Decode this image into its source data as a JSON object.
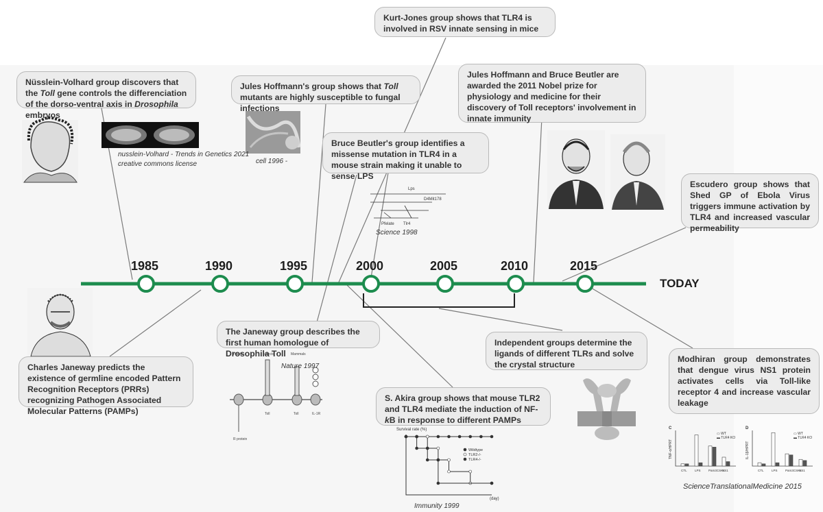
{
  "timeline": {
    "years": [
      "1985",
      "1990",
      "1995",
      "2000",
      "2005",
      "2010",
      "2015"
    ],
    "end_label": "TODAY",
    "colors": {
      "line": "#1d8c4e",
      "node_fill": "#ffffff",
      "connector": "#777777",
      "box_bg": "#ececec"
    }
  },
  "events": {
    "nusslein": {
      "pre": "Nüsslein-Volhard group discovers that the ",
      "em": "Toll",
      "post": " gene controls the differenciation of the dorso-ventral axis in ",
      "em2": "Drosophila",
      "post2": " embryos"
    },
    "hoffmann": {
      "pre": "Jules Hoffmann's group shows that ",
      "em": "Toll",
      "post": " mutants are highly susceptible to fungal infections"
    },
    "kurt_jones": {
      "text": "Kurt-Jones group shows that TLR4 is involved in RSV innate sensing in mice"
    },
    "nobel": {
      "text": "Jules Hoffmann and Bruce Beutler are awarded the 2011 Nobel prize for physiology and medicine for their discovery of Toll receptors' involvement in innate immunity"
    },
    "beutler": {
      "text": "Bruce Beutler's group identifies a missense mutation in TLR4 in a mouse strain making it unable to sense LPS"
    },
    "escudero": {
      "text": "Escudero group shows that Shed GP of Ebola Virus triggers immune activation by TLR4 and increased vascular permeability"
    },
    "janeway_predict": {
      "text": "Charles Janeway predicts the existence of germline encoded Pattern Recognition Receptors (PRRs) recognizing Pathogen Associated Molecular Patterns (PAMPs)"
    },
    "janeway_homolog": {
      "text": "The Janeway group describes the first human homologue of Drosophila Toll"
    },
    "ligands": {
      "text": "Independent groups determine the ligands of different TLRs and solve the crystal structure"
    },
    "akira": {
      "pre": "S. Akira group shows that mouse TLR2 and TLR4 mediate the induction of NF-",
      "em": "k",
      "post": "B in response to different PAMPs"
    },
    "modhiran": {
      "text": "Modhiran group demonstrates that dengue virus NS1 protein activates cells via Toll-like receptor 4 and increase vascular leakage"
    }
  },
  "captions": {
    "trends": "nusslein-Volhard - Trends in Genetics 2021",
    "license": "creative commons license",
    "cell": "cell 1996 -",
    "science98": "Science 1998",
    "nature97": "Nature 1997",
    "immunity99": "Immunity 1999",
    "stm2015": "ScienceTranslationalMedicine 2015"
  },
  "mini_labels": {
    "lps_locus": "Lps",
    "d4mit178": "D4Mit178",
    "plasmid": "Pfelate",
    "tlr4": "Tlr4",
    "survival": "Survival rate (%)",
    "days": "(day)",
    "wt": "Wildtype",
    "tlr2ko": "TLR2-/-",
    "tlr4ko": "TLR4-/-",
    "panel_c": "C",
    "panel_d": "D",
    "legend_wt": "WT",
    "legend_ko": "TLR4 KO",
    "x_cats": [
      "CTL",
      "LPS",
      "Pam3CSK4",
      "NS1"
    ],
    "y_c": "TNF-α/HPRT",
    "y_d": "IL-1β/HPRT",
    "drawing_labels": [
      "Plants",
      "Insects",
      "Mammals",
      "Toll",
      "Toll",
      "IL-1R",
      "R protein"
    ]
  }
}
